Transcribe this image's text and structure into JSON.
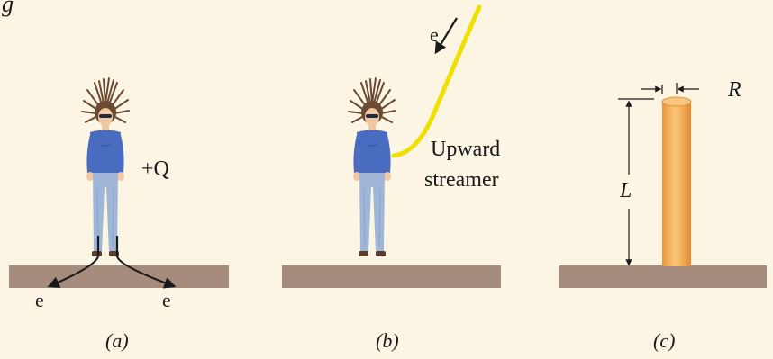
{
  "figure": {
    "corner_glyph": "g",
    "panels": [
      {
        "id": "a",
        "caption": "(a)",
        "charge_label": "+Q",
        "electron_labels": [
          "e",
          "e"
        ]
      },
      {
        "id": "b",
        "caption": "(b)",
        "electron_label": "e",
        "streamer_label_line1": "Upward",
        "streamer_label_line2": "streamer"
      },
      {
        "id": "c",
        "caption": "(c)",
        "length_label": "L",
        "radius_label": "R"
      }
    ]
  },
  "colors": {
    "background": "#fdf5e4",
    "ground": "#a58c7c",
    "shirt": "#4a6cc0",
    "jeans": "#9fb6d8",
    "hair": "#6b4a32",
    "skin": "#f2c7a0",
    "streamer": "#f0e000",
    "rod": "#f3b25c"
  }
}
